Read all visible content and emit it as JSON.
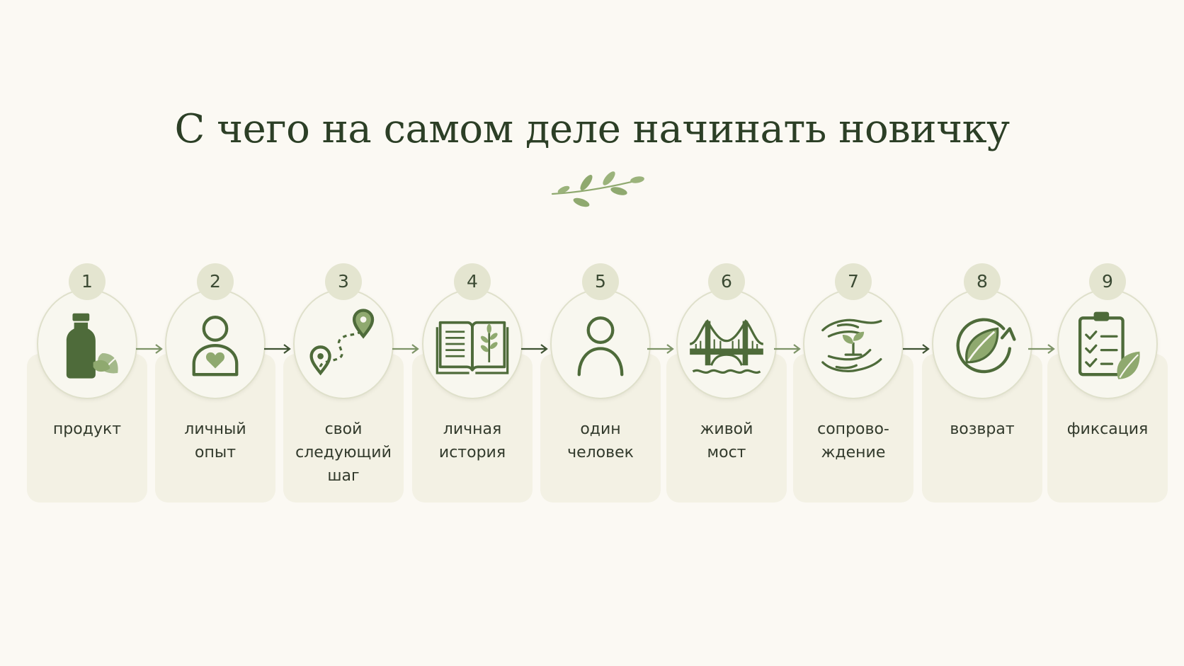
{
  "title": "С чего на самом деле начинать новичку",
  "colors": {
    "background": "#fbf9f3",
    "card": "#f3f1e4",
    "icon": "#4e6b3a",
    "leaf": "#8fa96f",
    "badge": "#e4e5d0"
  },
  "steps": [
    {
      "number": "1",
      "label": "продукт",
      "icon": "bottle-leaf-icon"
    },
    {
      "number": "2",
      "label": "личный\nопыт",
      "icon": "person-heart-icon"
    },
    {
      "number": "3",
      "label": "свой\nследующий\nшаг",
      "icon": "route-pins-icon"
    },
    {
      "number": "4",
      "label": "личная\nистория",
      "icon": "open-book-icon"
    },
    {
      "number": "5",
      "label": "один\nчеловек",
      "icon": "person-icon"
    },
    {
      "number": "6",
      "label": "живой\nмост",
      "icon": "bridge-icon"
    },
    {
      "number": "7",
      "label": "сопрово-\nждение",
      "icon": "hands-sprout-icon"
    },
    {
      "number": "8",
      "label": "возврат",
      "icon": "cycle-leaf-icon"
    },
    {
      "number": "9",
      "label": "фиксация",
      "icon": "checklist-leaf-icon"
    }
  ]
}
